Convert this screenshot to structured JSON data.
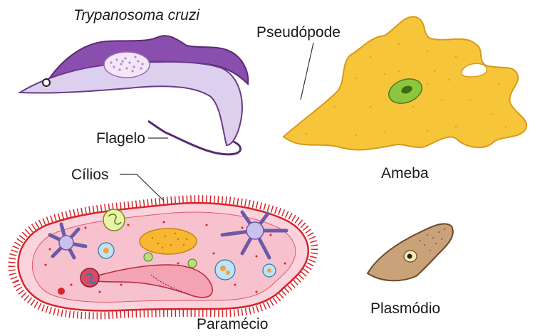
{
  "labels": {
    "trypanosoma": "Trypanosoma cruzi",
    "flagelo": "Flagelo",
    "pseudopode": "Pseudópode",
    "ameba": "Ameba",
    "cilios": "Cílios",
    "paramecio": "Paramécio",
    "plasmodio": "Plasmódio"
  },
  "colors": {
    "trypanosoma_body": "#d9c8ec",
    "trypanosoma_membrane": "#7a3f98",
    "ameba_body": "#f7c53a",
    "ameba_nucleus": "#8cc63f",
    "paramecio_body": "#fbd3dc",
    "paramecio_cilia": "#d8232a",
    "plasmodio_body": "#c9a27a"
  }
}
